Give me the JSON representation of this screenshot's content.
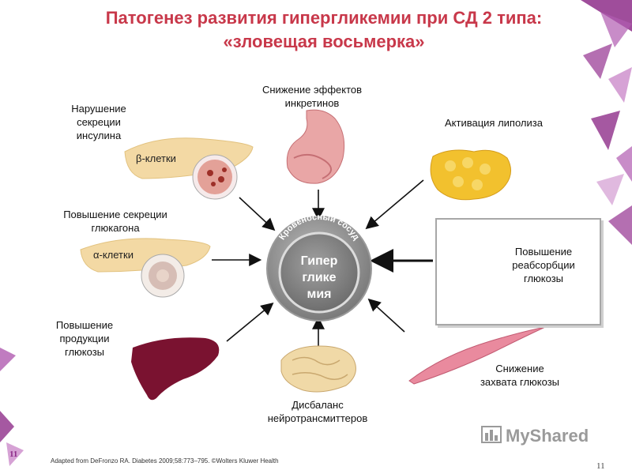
{
  "title": {
    "line1": "Патогенез развития гипергликемии при СД 2 типа:",
    "line2": "«зловещая восьмерка»"
  },
  "center": {
    "arc_text": "Кровеносный сосуд",
    "line1": "Гипер",
    "line2": "глике",
    "line3": "мия"
  },
  "factors": {
    "insulin": [
      "Нарушение",
      "секреции",
      "инсулина"
    ],
    "beta_cells": "β-клетки",
    "glucagon": [
      "Повышение секреции",
      "глюкагона"
    ],
    "alpha_cells": "α-клетки",
    "glucose_production": [
      "Повышение",
      "продукции",
      "глюкозы"
    ],
    "incretin": [
      "Снижение эффектов",
      "инкретинов"
    ],
    "lipolysis": "Активация липолиза",
    "reabsorption": [
      "Повышение",
      "реабсорбции",
      "глюкозы"
    ],
    "uptake": [
      "Снижение",
      "захвата глюкозы"
    ],
    "neurotransmitters": [
      "Дисбаланс",
      "нейротрансмиттеров"
    ]
  },
  "footer": {
    "citation": "Adapted from DeFronzo RA. Diabetes 2009;58:773–795. ©Wolters Kluwer Health",
    "page_left": "11",
    "page_right": "11",
    "logo": "MyShared"
  },
  "colors": {
    "title": "#c8384a",
    "center_gray": "#8c8c8c",
    "pancreas": "#f3d9a4",
    "liver": "#7a1230",
    "fat": "#f2c12e",
    "stomach": "#e9a6a6",
    "kidney": "#6a5ba8",
    "muscle": "#e98a9e",
    "brain": "#f0d9a7",
    "accent_purple": "#8e2e8a"
  }
}
